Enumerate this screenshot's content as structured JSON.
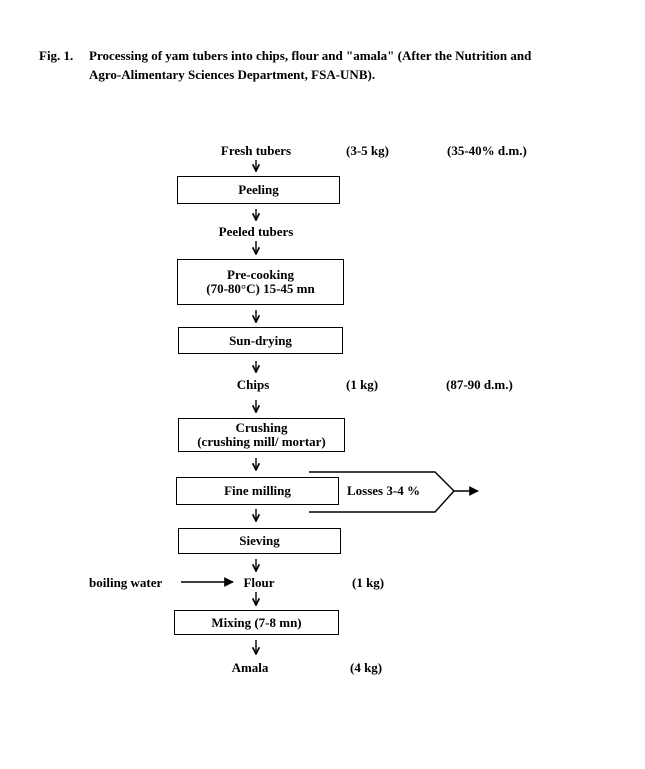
{
  "caption": {
    "number": "Fig. 1.",
    "line1": "Processing of yam tubers into chips, flour and \"amala\" (After the Nutrition and",
    "line2": "Agro-Alimentary Sciences Department, FSA-UNB)."
  },
  "flow": {
    "fresh_tubers": {
      "label": "Fresh tubers",
      "qty": "(3-5 kg)",
      "dm": "(35-40% d.m.)"
    },
    "peeling": "Peeling",
    "peeled_tubers": "Peeled tubers",
    "precooking": {
      "line1": "Pre-cooking",
      "line2": "(70-80°C) 15-45 mn"
    },
    "sun_drying": "Sun-drying",
    "chips": {
      "label": "Chips",
      "qty": "(1 kg)",
      "dm": "(87-90 d.m.)"
    },
    "crushing": {
      "line1": "Crushing",
      "line2": "(crushing mill/ mortar)"
    },
    "fine_milling": "Fine milling",
    "losses": "Losses 3-4 %",
    "sieving": "Sieving",
    "boiling_water": "boiling water",
    "flour": {
      "label": "Flour",
      "qty": "(1 kg)"
    },
    "mixing": "Mixing (7-8 mn)",
    "amala": {
      "label": "Amala",
      "qty": "(4 kg)"
    }
  }
}
